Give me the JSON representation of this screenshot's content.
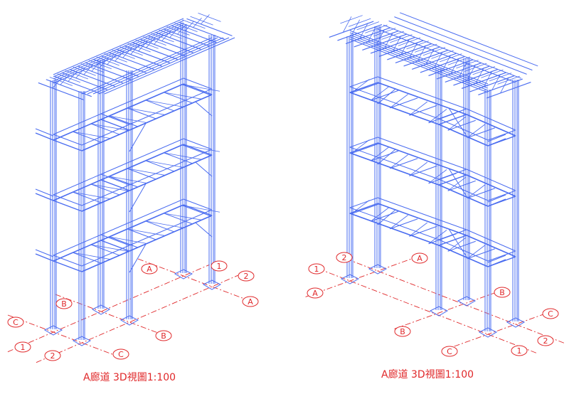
{
  "colors": {
    "steel": "#4a6cf0",
    "grid": "#e0282a",
    "background": "#ffffff"
  },
  "views": [
    {
      "caption": "A廊道 3D視圖1:100",
      "grid_labels": [
        {
          "text": "A"
        },
        {
          "text": "1"
        },
        {
          "text": "2"
        },
        {
          "text": "A"
        },
        {
          "text": "B"
        },
        {
          "text": "C"
        },
        {
          "text": "1"
        },
        {
          "text": "2"
        },
        {
          "text": "B"
        },
        {
          "text": "C"
        }
      ]
    },
    {
      "caption": "A廊道 3D視圖1:100",
      "grid_labels": [
        {
          "text": "2"
        },
        {
          "text": "A"
        },
        {
          "text": "1"
        },
        {
          "text": "A"
        },
        {
          "text": "B"
        },
        {
          "text": "C"
        },
        {
          "text": "B"
        },
        {
          "text": "2"
        },
        {
          "text": "C"
        },
        {
          "text": "1"
        }
      ]
    }
  ]
}
